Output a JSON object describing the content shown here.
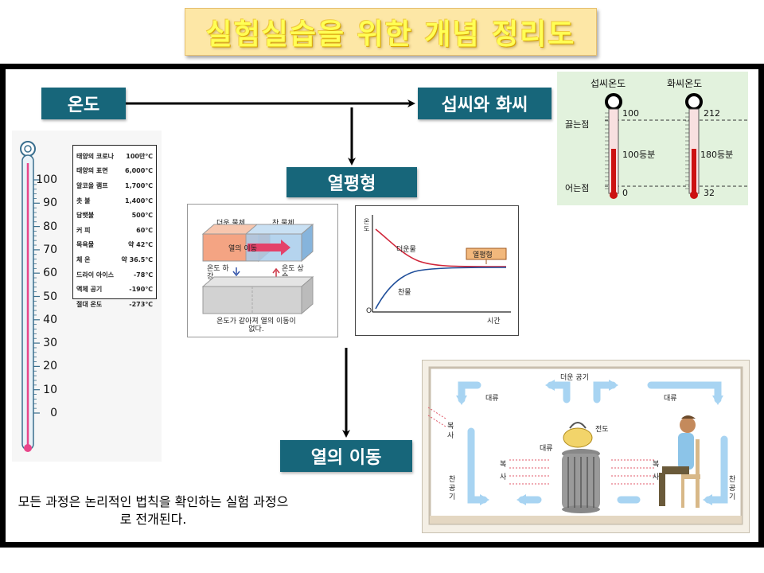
{
  "title": "실험실습을 위한 개념 정리도",
  "boxes": {
    "temperature": "온도",
    "celsius_fahrenheit": "섭씨와 화씨",
    "equilibrium": "열평형",
    "heat_transfer": "열의 이동"
  },
  "thermometer_ticks": [
    "100",
    "90",
    "80",
    "70",
    "60",
    "50",
    "40",
    "30",
    "20",
    "10",
    "0"
  ],
  "temperature_table": [
    {
      "name": "태양의 코로나",
      "value": "100만℃"
    },
    {
      "name": "태양의 표면",
      "value": "6,000℃"
    },
    {
      "name": "알코올 램프",
      "value": "1,700℃"
    },
    {
      "name": "촛 불",
      "value": "1,400℃"
    },
    {
      "name": "담뱃불",
      "value": "500℃"
    },
    {
      "name": "커 피",
      "value": "60℃"
    },
    {
      "name": "목욕물",
      "value": "약 42℃"
    },
    {
      "name": "체 온",
      "value": "약 36.5℃"
    },
    {
      "name": "드라이 아이스",
      "value": "-78℃"
    },
    {
      "name": "액체 공기",
      "value": "-190℃"
    },
    {
      "name": "절대 온도",
      "value": "-273℃"
    }
  ],
  "scales": {
    "celsius_title": "섭씨온도",
    "fahrenheit_title": "화씨온도",
    "boiling_label": "끓는점",
    "freezing_label": "어는점",
    "celsius_top": "100",
    "celsius_division": "100등분",
    "celsius_bottom": "0",
    "fahrenheit_top": "212",
    "fahrenheit_division": "180등분",
    "fahrenheit_bottom": "32"
  },
  "box_diagram": {
    "hot_object": "더운 물체",
    "cold_object": "찬 물체",
    "heat_move": "열의 이동",
    "temp_down": "온도 하강",
    "temp_up": "온도 상승",
    "equal_temp": "온도가 같아져 열의 이동이 없다."
  },
  "graph": {
    "ylabel": "온도",
    "xlabel": "시간",
    "origin": "O",
    "hot_water": "더운물",
    "cold_water": "찬물",
    "equilibrium": "열평형"
  },
  "room": {
    "hot_air": "더운 공기",
    "convection_left": "대류",
    "convection_right": "대류",
    "convection_mid": "대류",
    "conduction": "전도",
    "radiation_left": "복 사",
    "radiation_mid_left": "복 사",
    "radiation_mid_right": "복 사",
    "cold_air_left": "찬 공 기",
    "cold_air_right": "찬 공 기"
  },
  "note": "모든 과정은 논리적인 법칙을 확인하는 실험 과정으로 전개된다.",
  "colors": {
    "teal": "#17667a",
    "title_bg": "#fde7a6",
    "title_text": "#ffff55",
    "mercury": "#cc1111",
    "hot_curve": "#d0263a",
    "cold_curve": "#1f4e9a",
    "cf_panel": "#e2f2dd"
  }
}
